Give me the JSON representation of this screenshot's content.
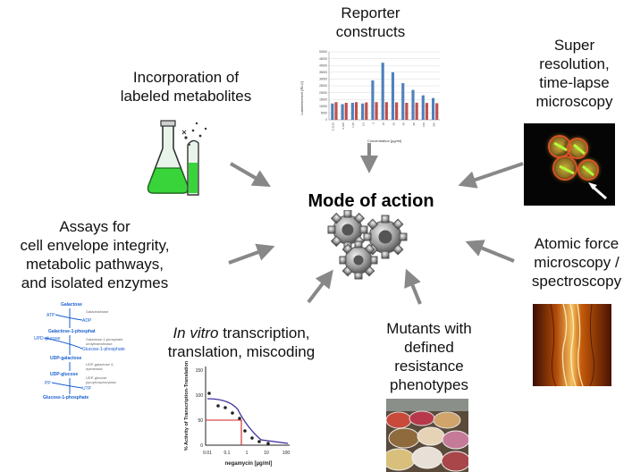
{
  "center": {
    "title": "Mode of action"
  },
  "labels": {
    "reporter": [
      "Reporter",
      "constructs"
    ],
    "metabolites": [
      "Incorporation of",
      "labeled metabolites"
    ],
    "superres": [
      "Super",
      "resolution,",
      "time-lapse",
      "microscopy"
    ],
    "assays": [
      "Assays for",
      "cell envelope integrity,",
      "metabolic pathways,",
      "and isolated enzymes"
    ],
    "afm": [
      "Atomic force",
      "microscopy /",
      "spectroscopy"
    ],
    "invitro_italic": "In vitro",
    "invitro_rest": " transcription,",
    "invitro_line2": "translation, miscoding",
    "mutants": [
      "Mutants with",
      "defined",
      "resistance",
      "phenotypes"
    ]
  },
  "pathway": {
    "items": [
      "Galactose",
      "Galactose-1-phosphat",
      "UDP-galactose",
      "UDP-glucose",
      "Glucose-1-phosphate"
    ],
    "side": [
      "ATP",
      "ADP",
      "UPD-glucose",
      "Glucose-1-phosphate",
      "PP",
      "UTP"
    ],
    "enzymes": [
      "Galactokinase",
      "Galactose-1-phosphate uridyltransferase",
      "UDP-galactose 4-epimerase",
      "UDP-glucose pyrophosphorylase"
    ]
  },
  "dose_chart": {
    "ylabel": "% Activity of Transcription-Translation",
    "xlabel": "negamycin [µg/ml]",
    "ytick": [
      "150",
      "100",
      "50",
      "0"
    ],
    "xtick": [
      "0.01",
      "0.1",
      "1",
      "10",
      "100"
    ]
  },
  "chart_data": {
    "type": "bar",
    "ylabel": "Luminescence [RLU]",
    "xlabel": "Concentration [µg/ml]",
    "categories": [
      "0,3125",
      "0,625",
      "1,25",
      "2,5",
      "5",
      "10",
      "20",
      "40",
      "80",
      "160",
      "320"
    ],
    "ytick_labels": [
      "50000",
      "45000",
      "40000",
      "35000",
      "30000",
      "25000",
      "20000",
      "15000",
      "10000",
      "5000",
      "0"
    ],
    "ylim": [
      0,
      50000
    ],
    "series": [
      {
        "values": [
          12000,
          11500,
          12500,
          12000,
          29000,
          42000,
          35000,
          27000,
          22000,
          18000,
          16000
        ]
      },
      {
        "values": [
          13000,
          12500,
          13000,
          12800,
          13000,
          13000,
          12800,
          12500,
          12600,
          12400,
          12200
        ]
      }
    ],
    "colors": [
      "#4f81bd",
      "#c0504d"
    ]
  }
}
